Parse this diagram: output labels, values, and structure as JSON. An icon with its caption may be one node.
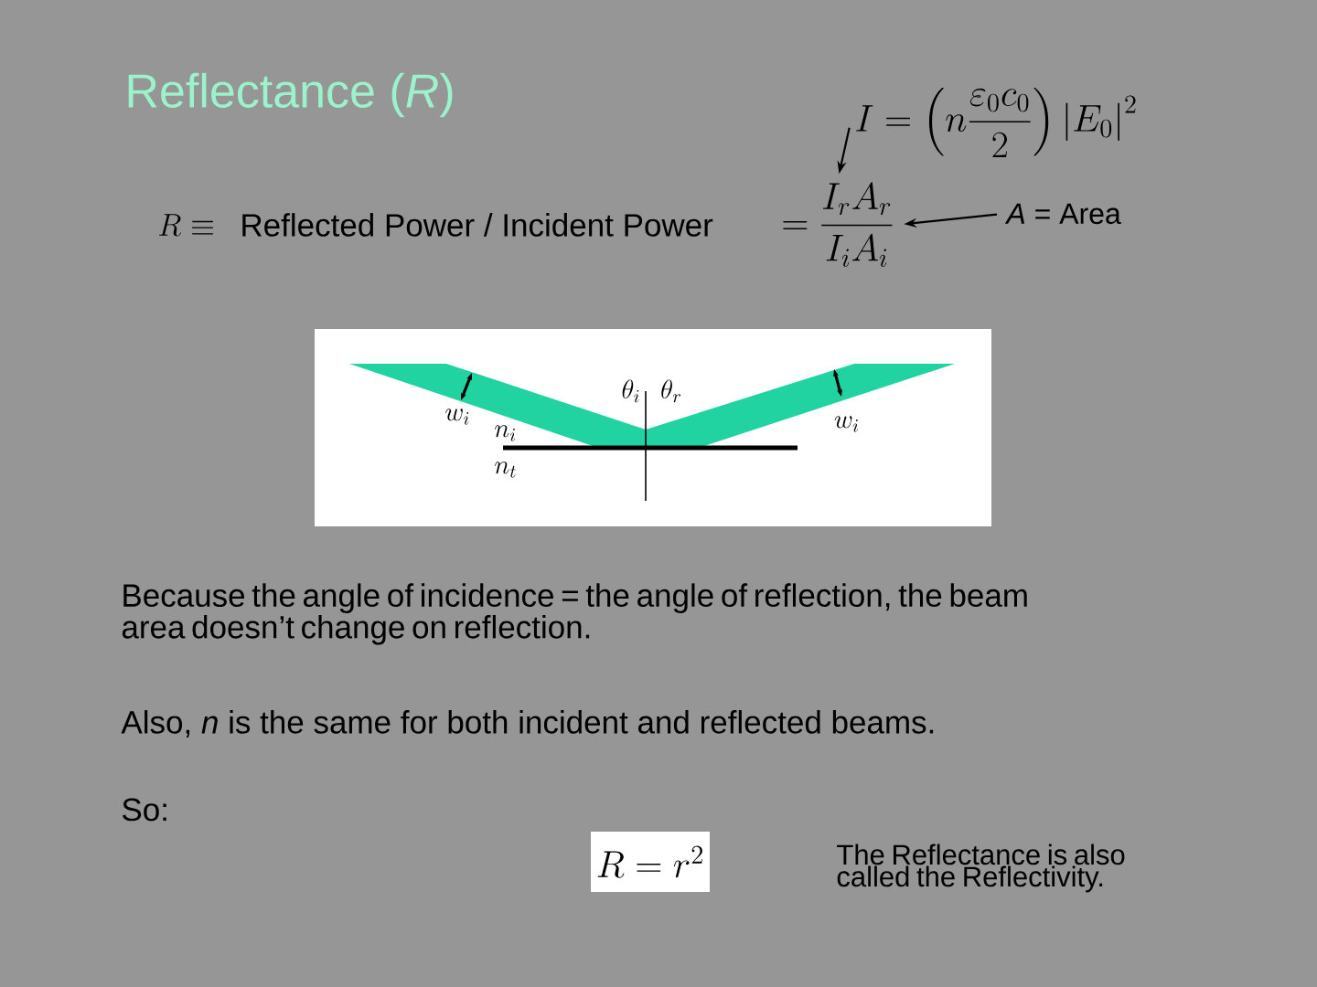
{
  "diagram": {
    "title": "Reflectance (*R*)",
    "nodes": [
      {
        "text": [
          "I = \\left(n\\frac{\\varepsilon_0 c_0}{2}\\right)\\left|E_0\\right|^2"
        ]
      },
      {
        "text": [
          "= \\frac{I_r A_r}{I_i A_i}"
        ]
      },
      {
        "text": [
          "*A* = Area"
        ]
      },
      {
        "text": [
          "R = r^2"
        ]
      }
    ],
    "edges": [
      {
        "from": 0,
        "to": 1,
        "arrow": "to"
      },
      {
        "from": 2,
        "to": 1,
        "arrow": "to"
      }
    ],
    "labels": [
      "R \\equiv",
      "Reflected Power / Incident Power",
      "w_i",
      "n_i",
      "n_t",
      "\\theta_i",
      "\\theta_r",
      "w_i",
      "Because the angle of incidence = the angle of reflection, the beam area doesn’t change on reflection.",
      "Also, *n* is the same for both incident and reflected beams.",
      "So:",
      "The Reflectance is also called the Reflectivity."
    ]
  }
}
